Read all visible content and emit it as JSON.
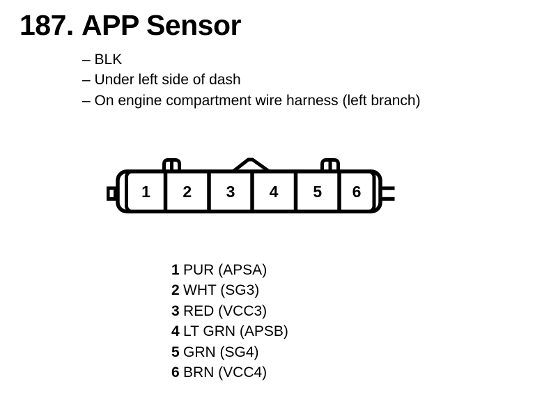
{
  "page": {
    "background": "#ffffff",
    "ink": "#000000"
  },
  "header": {
    "number": "187.",
    "title": "APP Sensor"
  },
  "details": {
    "bullets": [
      "– BLK",
      "– Under left side of dash",
      "– On engine compartment wire harness (left branch)"
    ]
  },
  "connector": {
    "description": "6-cavity connector, front view, with top latch tabs and side keying notches",
    "pins": [
      "1",
      "2",
      "3",
      "4",
      "5",
      "6"
    ]
  },
  "pinout": [
    {
      "pin": "1",
      "label": "PUR (APSA)"
    },
    {
      "pin": "2",
      "label": "WHT (SG3)"
    },
    {
      "pin": "3",
      "label": "RED (VCC3)"
    },
    {
      "pin": "4",
      "label": "LT GRN (APSB)"
    },
    {
      "pin": "5",
      "label": "GRN (SG4)"
    },
    {
      "pin": "6",
      "label": "BRN (VCC4)"
    }
  ]
}
